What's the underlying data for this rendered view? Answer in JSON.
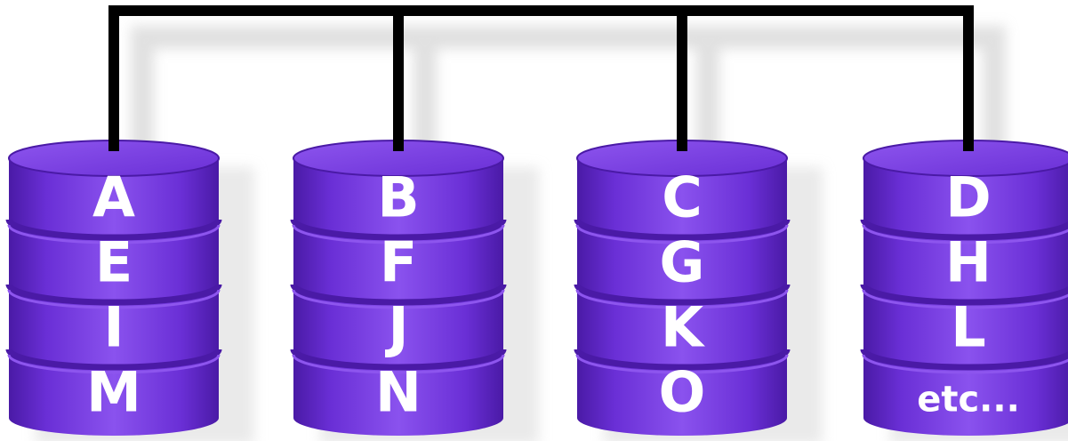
{
  "diagram": {
    "disks": [
      {
        "blocks": [
          "A",
          "E",
          "I",
          "M"
        ]
      },
      {
        "blocks": [
          "B",
          "F",
          "J",
          "N"
        ]
      },
      {
        "blocks": [
          "C",
          "G",
          "K",
          "O"
        ]
      },
      {
        "blocks": [
          "D",
          "H",
          "L",
          "etc..."
        ]
      }
    ],
    "colors": {
      "disk_body": "#6a2fd6",
      "disk_dark": "#4a1aa6",
      "disk_light": "#8d55ee",
      "disk_top": "#7b3fe4",
      "bus": "#000000",
      "shadow": "#d9d9d9",
      "label": "#ffffff"
    }
  }
}
